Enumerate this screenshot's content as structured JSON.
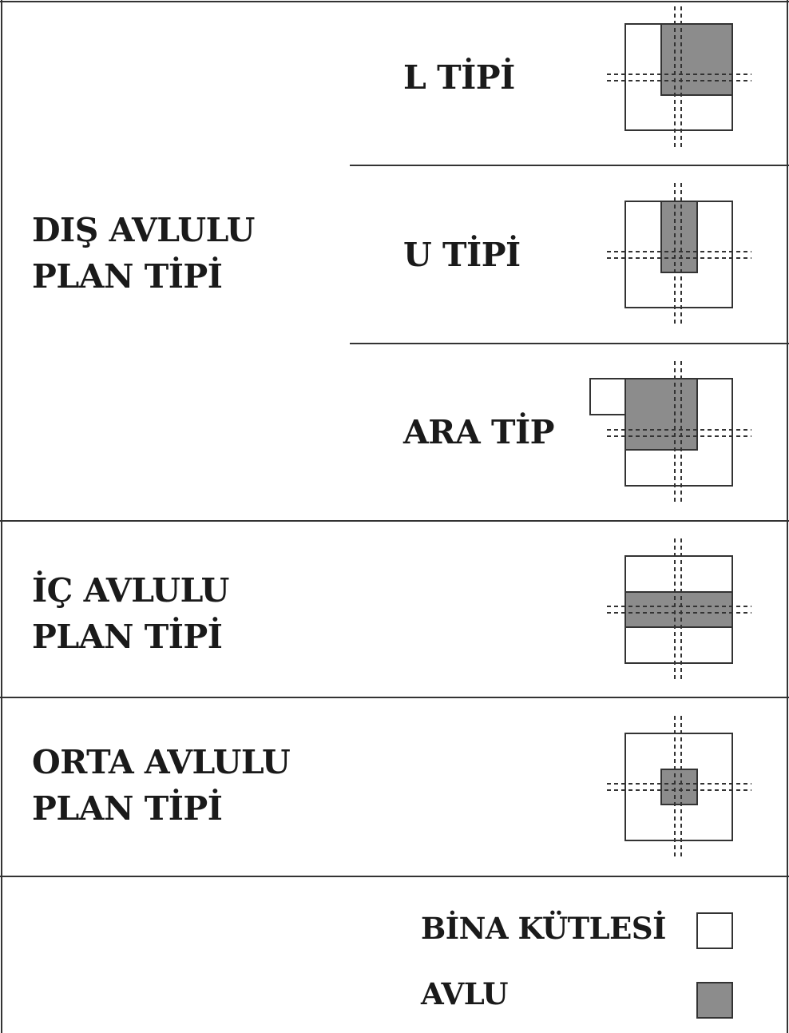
{
  "groups": {
    "dis": {
      "line1": "DIŞ AVLULU",
      "line2": "PLAN TİPİ"
    },
    "ic": {
      "line1": "İÇ AVLULU",
      "line2": "PLAN TİPİ"
    },
    "orta": {
      "line1": "ORTA AVLULU",
      "line2": "PLAN TİPİ"
    }
  },
  "subtypes": {
    "l": "L TİPİ",
    "u": "U TİPİ",
    "ara": "ARA TİP"
  },
  "legend": {
    "building": "BİNA KÜTLESİ",
    "courtyard": "AVLU"
  },
  "colors": {
    "line": "#333333",
    "courtyard_fill": "#8c8c8c",
    "building_fill": "#ffffff"
  }
}
